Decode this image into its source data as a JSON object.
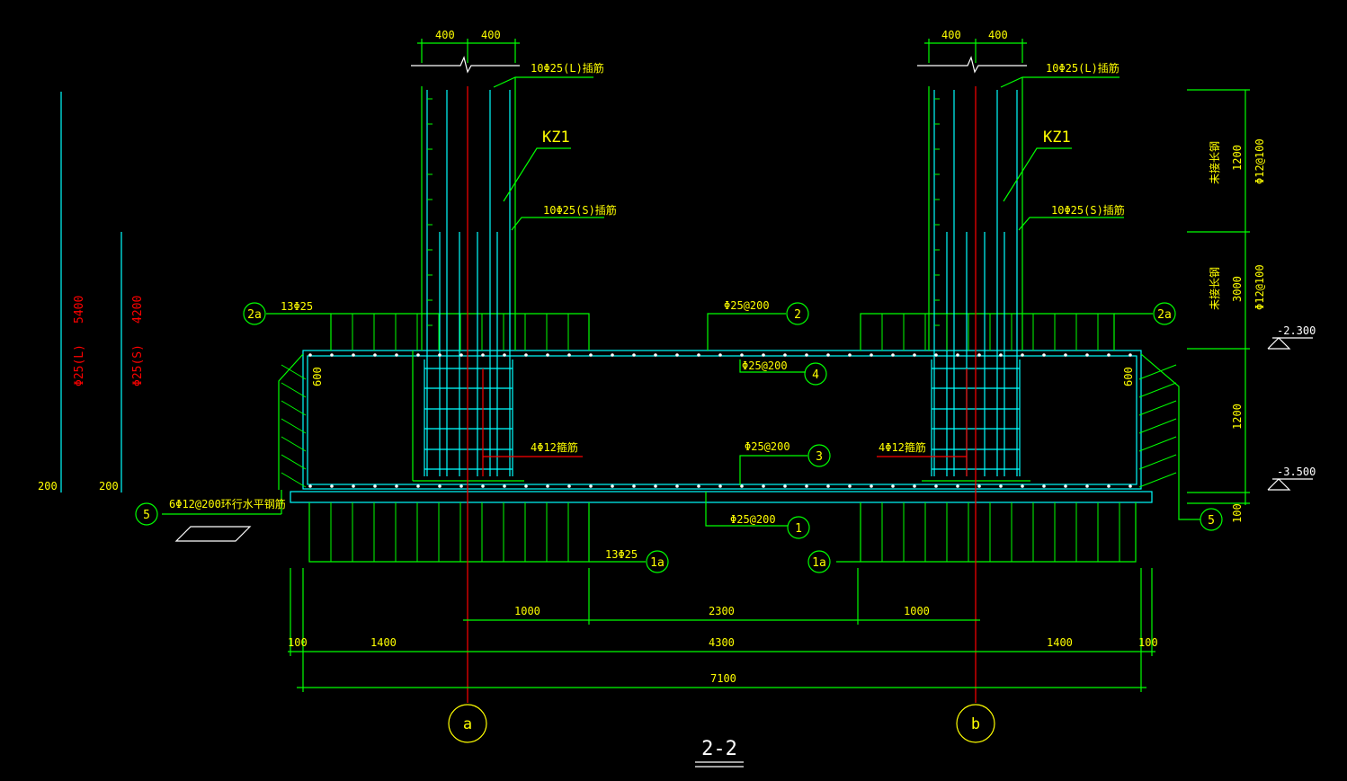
{
  "colors": {
    "background": "#000000",
    "green": "#00ff00",
    "cyan": "#00ffff",
    "red": "#ff0000",
    "yellow": "#ffff00",
    "white": "#ffffff"
  },
  "drawing": {
    "title": "2-2",
    "axes": [
      "a",
      "b"
    ],
    "dims_top_left": [
      "400",
      "400"
    ],
    "dims_top_right": [
      "400",
      "400"
    ],
    "bottom_dims_row1": [
      "1000",
      "2300",
      "1000"
    ],
    "bottom_dims_row2": [
      "100",
      "1400",
      "4300",
      "1400",
      "100"
    ],
    "bottom_total": "7100",
    "left_bars": [
      {
        "size": "Φ25(L)",
        "length": "5400",
        "hook": "200"
      },
      {
        "size": "Φ25(S)",
        "length": "4200",
        "hook": "200"
      }
    ],
    "right_dims": [
      "1200",
      "3000",
      "1200",
      "100"
    ],
    "right_text_upper": [
      "未接长钢",
      "Φ12@100"
    ],
    "right_text_lower": [
      "未接长钢",
      "Φ12@100"
    ],
    "levels": [
      "-2.300",
      "-3.500"
    ],
    "side_dims": [
      "600",
      "600"
    ],
    "labels": {
      "col_l_left": "10Φ25(L)插筋",
      "col_s_left": "10Φ25(S)插筋",
      "col_l_right": "10Φ25(L)插筋",
      "col_s_right": "10Φ25(S)插筋",
      "kz1_left": "KZ1",
      "kz1_right": "KZ1",
      "top_bars": "13Φ25",
      "top_mid": "Φ25@200",
      "bar4": "Φ25@200",
      "bar3": "Φ25@200",
      "bar1": "Φ25@200",
      "stirrup_left": "4Φ12箍筋",
      "stirrup_right": "4Φ12箍筋",
      "side_bars": "6Φ12@200环行水平钢筋",
      "bot_bars": "13Φ25"
    },
    "markers": {
      "m2a_left": "2a",
      "m2": "2",
      "m2a_right": "2a",
      "m4": "4",
      "m3": "3",
      "m5_left": "5",
      "m1": "1",
      "m1a_left": "1a",
      "m1a_right": "1a",
      "m5_right": "5"
    }
  }
}
